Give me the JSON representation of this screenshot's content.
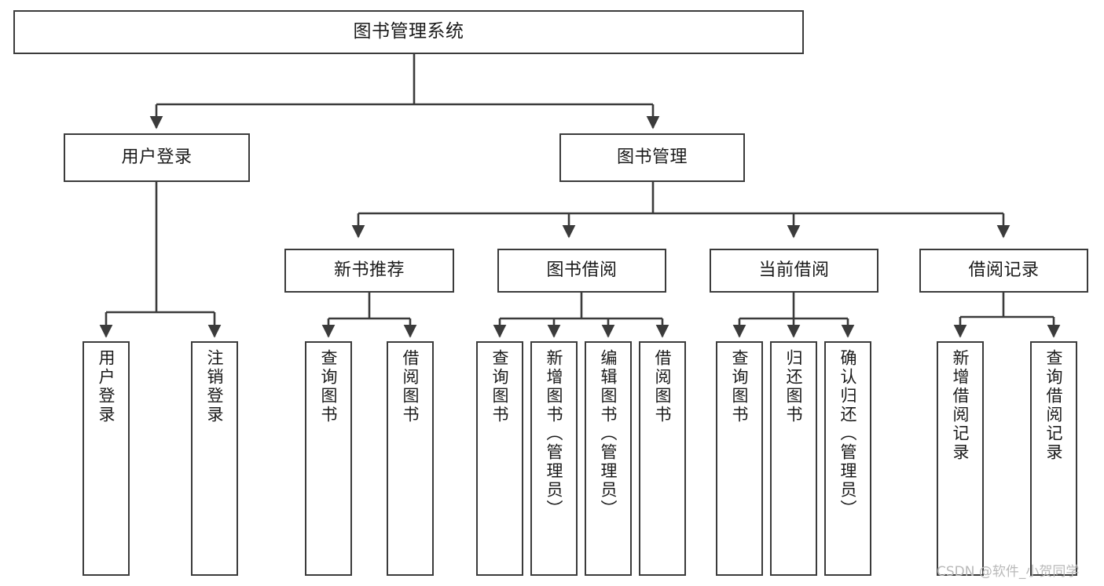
{
  "diagram": {
    "type": "tree",
    "title": "图书管理系统",
    "orientation": "top-down",
    "colors": {
      "box_border": "#3b3b3b",
      "box_fill": "#ffffff",
      "connector": "#3b3b3b",
      "text": "#1a1a1a",
      "watermark": "#b9b9b9",
      "background": "#ffffff"
    },
    "root": {
      "label": "图书管理系统"
    },
    "level2": [
      {
        "label": "用户登录"
      },
      {
        "label": "图书管理"
      }
    ],
    "level3": [
      {
        "label": "新书推荐"
      },
      {
        "label": "图书借阅"
      },
      {
        "label": "当前借阅"
      },
      {
        "label": "借阅记录"
      }
    ],
    "leaves": {
      "user_login": [
        {
          "label": "用户登录"
        },
        {
          "label": "注销登录"
        }
      ],
      "new_book_recommend": [
        {
          "label": "查询图书"
        },
        {
          "label": "借阅图书"
        }
      ],
      "book_borrow": [
        {
          "label": "查询图书"
        },
        {
          "label": "新增图书（管理员）"
        },
        {
          "label": "编辑图书（管理员）"
        },
        {
          "label": "借阅图书"
        }
      ],
      "current_borrow": [
        {
          "label": "查询图书"
        },
        {
          "label": "归还图书"
        },
        {
          "label": "确认归还（管理员）"
        }
      ],
      "borrow_record": [
        {
          "label": "新增借阅记录"
        },
        {
          "label": "查询借阅记录"
        }
      ]
    }
  },
  "watermark": {
    "text": "CSDN @软件_小贺同学"
  }
}
